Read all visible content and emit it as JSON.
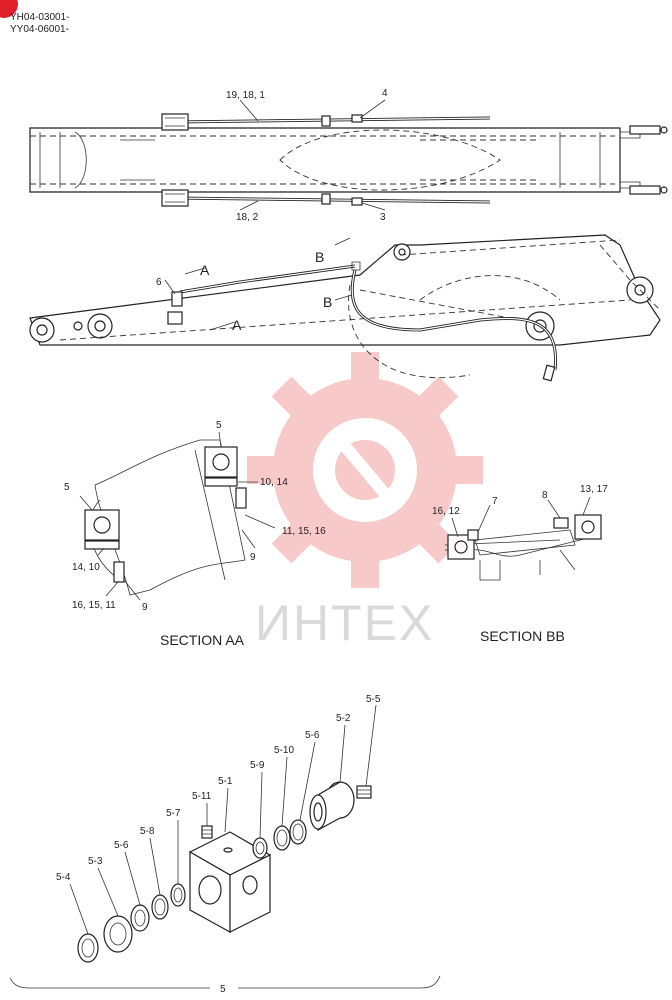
{
  "header": {
    "serial_1": "YH04-03001-",
    "serial_2": "YY04-06001-",
    "corner_badge_color": "#e0202a"
  },
  "watermark": {
    "text": "ИНТЕХ",
    "gear_color": "#f7c9c9",
    "text_color": "#d9d9d9"
  },
  "top_view": {
    "labels": [
      "19, 18, 1",
      "4",
      "18, 2",
      "3"
    ]
  },
  "side_view": {
    "labels": [
      "6",
      "A",
      "A",
      "B",
      "B"
    ]
  },
  "section_aa": {
    "title": "SECTION AA",
    "labels": [
      "5",
      "10, 14",
      "5",
      "14, 10",
      "11, 15, 16",
      "9",
      "16, 15, 11",
      "9"
    ]
  },
  "section_bb": {
    "title": "SECTION BB",
    "labels": [
      "7",
      "8",
      "13, 17",
      "16, 12"
    ]
  },
  "exploded_view": {
    "labels": [
      "5-5",
      "5-2",
      "5-6",
      "5-10",
      "5-9",
      "5-1",
      "5-11",
      "5-7",
      "5-8",
      "5-6",
      "5-3",
      "5-4"
    ],
    "assembly_label": "5"
  }
}
